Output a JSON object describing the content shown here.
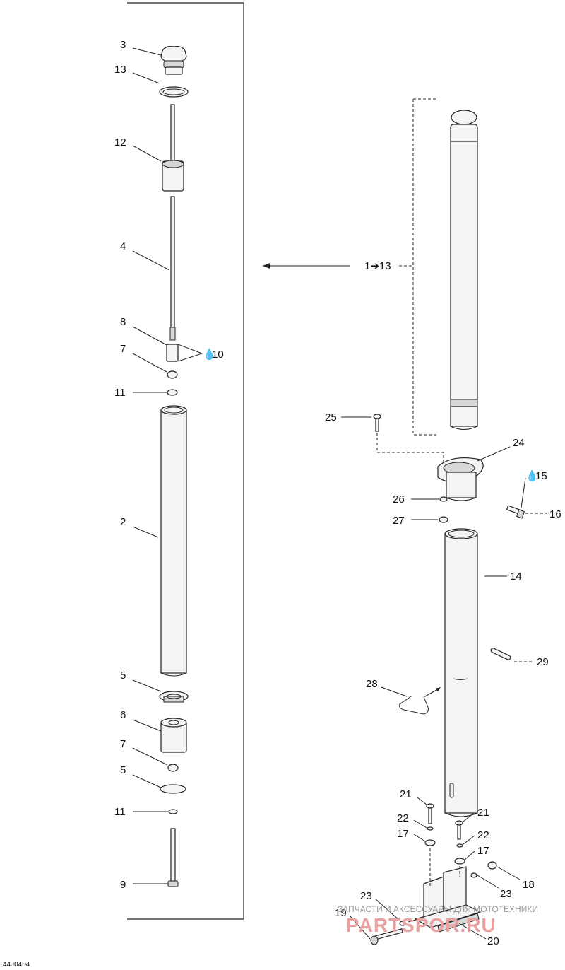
{
  "labels": {
    "p3": "3",
    "p13": "13",
    "p12": "12",
    "p4": "4",
    "p8": "8",
    "p7a": "7",
    "p10": "10",
    "p11a": "11",
    "p2": "2",
    "p5a": "5",
    "p6": "6",
    "p7b": "7",
    "p5b": "5",
    "p11b": "11",
    "p9": "9",
    "p1to13": "1➔13",
    "p25": "25",
    "p24": "24",
    "p15": "15",
    "p26": "26",
    "p16": "16",
    "p27": "27",
    "p14": "14",
    "p29": "29",
    "p28": "28",
    "p21a": "21",
    "p22a": "22",
    "p21b": "21",
    "p17a": "17",
    "p22b": "22",
    "p17b": "17",
    "p18": "18",
    "p23a": "23",
    "p23b": "23",
    "p19": "19",
    "p20": "20"
  },
  "diagram_code": "44J0404",
  "watermark": {
    "line1": "ЗАПЧАСТИ И АКСЕССУАРЫ ДЛЯ МОТОТЕХНИКИ",
    "line2": "PARTSPOR.RU"
  }
}
